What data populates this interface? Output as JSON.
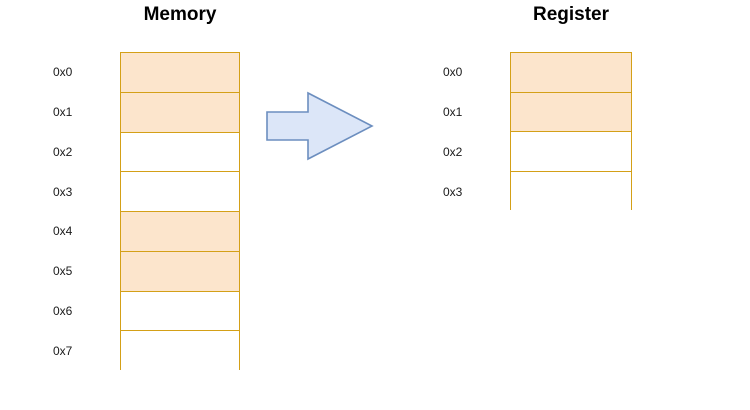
{
  "diagram": {
    "title_memory": "Memory",
    "title_register": "Register",
    "colors": {
      "cell_fill_occupied": "#FCE5CC",
      "cell_fill_empty": "#FFFFFF",
      "cell_border": "#D4A017",
      "arrow_fill": "#DCE6F8",
      "arrow_stroke": "#6C8EBF",
      "text": "#000000",
      "background": "#FFFFFF"
    }
  },
  "memory": {
    "title": "Memory",
    "addresses": [
      "0x0",
      "0x1",
      "0x2",
      "0x3",
      "0x4",
      "0x5",
      "0x6",
      "0x7"
    ],
    "cells": [
      {
        "address": "0x0",
        "filled": true
      },
      {
        "address": "0x1",
        "filled": true
      },
      {
        "address": "0x2",
        "filled": false
      },
      {
        "address": "0x3",
        "filled": false
      },
      {
        "address": "0x4",
        "filled": true
      },
      {
        "address": "0x5",
        "filled": true
      },
      {
        "address": "0x6",
        "filled": false
      },
      {
        "address": "0x7",
        "filled": false
      }
    ]
  },
  "register": {
    "title": "Register",
    "addresses": [
      "0x0",
      "0x1",
      "0x2",
      "0x3"
    ],
    "cells": [
      {
        "address": "0x0",
        "filled": true
      },
      {
        "address": "0x1",
        "filled": true
      },
      {
        "address": "0x2",
        "filled": false
      },
      {
        "address": "0x3",
        "filled": false
      }
    ]
  },
  "arrow": {
    "direction": "right",
    "label": ""
  }
}
